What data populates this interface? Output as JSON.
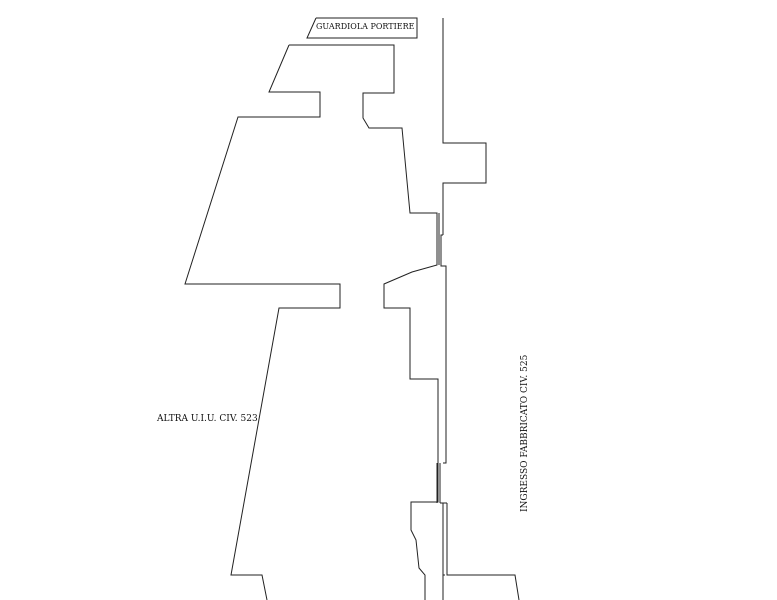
{
  "labels": {
    "guardiola": "GUARDIOLA PORTIERE",
    "altra": "ALTRA U.I.U. CIV. 523",
    "ingresso": "INGRESSO FABBRICATO CIV. 525"
  },
  "colors": {
    "line": "#222222",
    "background": "#ffffff"
  }
}
